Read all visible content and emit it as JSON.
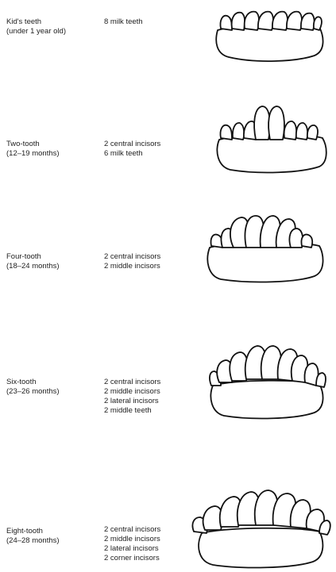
{
  "stages": [
    {
      "name": "Kid's teeth",
      "age": "(under 1 year old)",
      "teeth": [
        "8 milk teeth"
      ],
      "icon": "jaw-8-milk-teeth-icon"
    },
    {
      "name": "Two-tooth",
      "age": "(12–19 months)",
      "teeth": [
        "2 central incisors",
        "6 milk teeth"
      ],
      "icon": "jaw-two-tooth-icon"
    },
    {
      "name": "Four-tooth",
      "age": "(18–24 months)",
      "teeth": [
        "2 central incisors",
        "2 middle incisors"
      ],
      "icon": "jaw-four-tooth-icon"
    },
    {
      "name": "Six-tooth",
      "age": "(23–26 months)",
      "teeth": [
        "2 central incisors",
        "2 middle incisors",
        "2 lateral incisors",
        "2 middle teeth"
      ],
      "icon": "jaw-six-tooth-icon"
    },
    {
      "name": "Eight-tooth",
      "age": "(24–28 months)",
      "teeth": [
        "2 central incisors",
        "2 middle incisors",
        "2 lateral incisors",
        "2 corner incisors"
      ],
      "icon": "jaw-eight-tooth-icon"
    }
  ]
}
